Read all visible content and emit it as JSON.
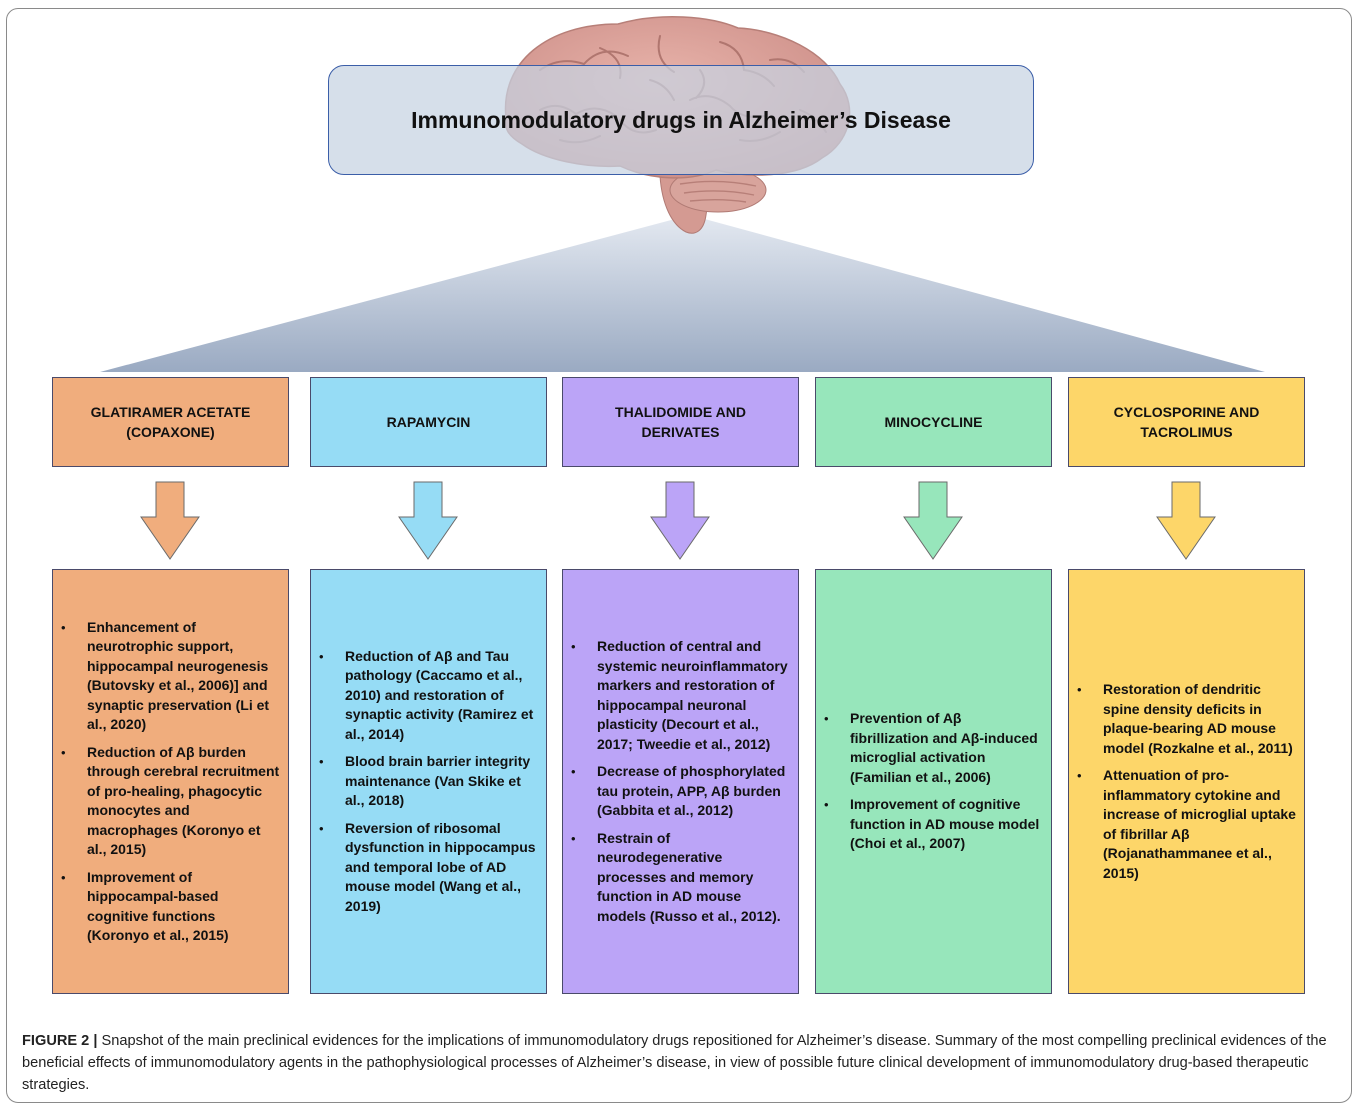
{
  "title": "Immunomodulatory drugs in Alzheimer’s Disease",
  "colors": {
    "orange": "#f0ad7d",
    "blue": "#96dcf5",
    "purple": "#bba4f7",
    "green": "#97e6bb",
    "yellow": "#fdd669"
  },
  "drugs": [
    {
      "name": "GLATIRAMER ACETATE\n(COPAXONE)",
      "color": "#f0ad7d",
      "evidence": [
        "Enhancement of neurotrophic support, hippocampal neurogenesis (Butovsky et al., 2006)] and synaptic preservation (Li et al., 2020)",
        "Reduction of Aβ burden through cerebral recruitment of pro-healing, phagocytic monocytes and macrophages (Koronyo et al., 2015)",
        "Improvement of hippocampal-based cognitive functions (Koronyo et al., 2015)"
      ]
    },
    {
      "name": "RAPAMYCIN",
      "color": "#96dcf5",
      "evidence": [
        "Reduction of Aβ and Tau pathology (Caccamo et al., 2010)  and restoration of synaptic activity (Ramirez et al., 2014)",
        "Blood brain barrier integrity maintenance (Van Skike et al., 2018)",
        "Reversion of ribosomal dysfunction in hippocampus and temporal lobe of AD mouse model (Wang et al., 2019)"
      ]
    },
    {
      "name": "THALIDOMIDE AND\nDERIVATES",
      "color": "#bba4f7",
      "evidence": [
        "Reduction of central and systemic neuroinflammatory markers and restoration of hippocampal neuronal plasticity (Decourt et al., 2017; Tweedie et al., 2012)",
        "Decrease of phosphorylated tau protein, APP, Aβ burden (Gabbita et al., 2012)",
        "Restrain of neurodegenerative processes and memory function in AD mouse models (Russo et al., 2012)."
      ]
    },
    {
      "name": "MINOCYCLINE",
      "color": "#97e6bb",
      "evidence": [
        "Prevention of Aβ fibrillization and Aβ-induced microglial activation (Familian et al., 2006)",
        "Improvement of cognitive function in AD mouse model (Choi et al., 2007)"
      ]
    },
    {
      "name": "CYCLOSPORINE AND\nTACROLIMUS",
      "color": "#fdd669",
      "evidence": [
        "Restoration of dendritic spine density deficits in plaque-bearing AD mouse model (Rozkalne et al., 2011)",
        "Attenuation of pro-inflammatory cytokine and increase of microglial uptake of fibrillar Aβ (Rojanathammanee et al., 2015)"
      ]
    }
  ],
  "caption": {
    "label": "FIGURE 2 |",
    "text": " Snapshot of the main preclinical evidences for the implications of immunomodulatory drugs repositioned for Alzheimer’s disease. Summary of the most compelling preclinical evidences of the beneficial effects of immunomodulatory agents in the pathophysiological processes of Alzheimer’s disease, in view of possible future clinical development of immunomodulatory drug-based therapeutic strategies."
  }
}
